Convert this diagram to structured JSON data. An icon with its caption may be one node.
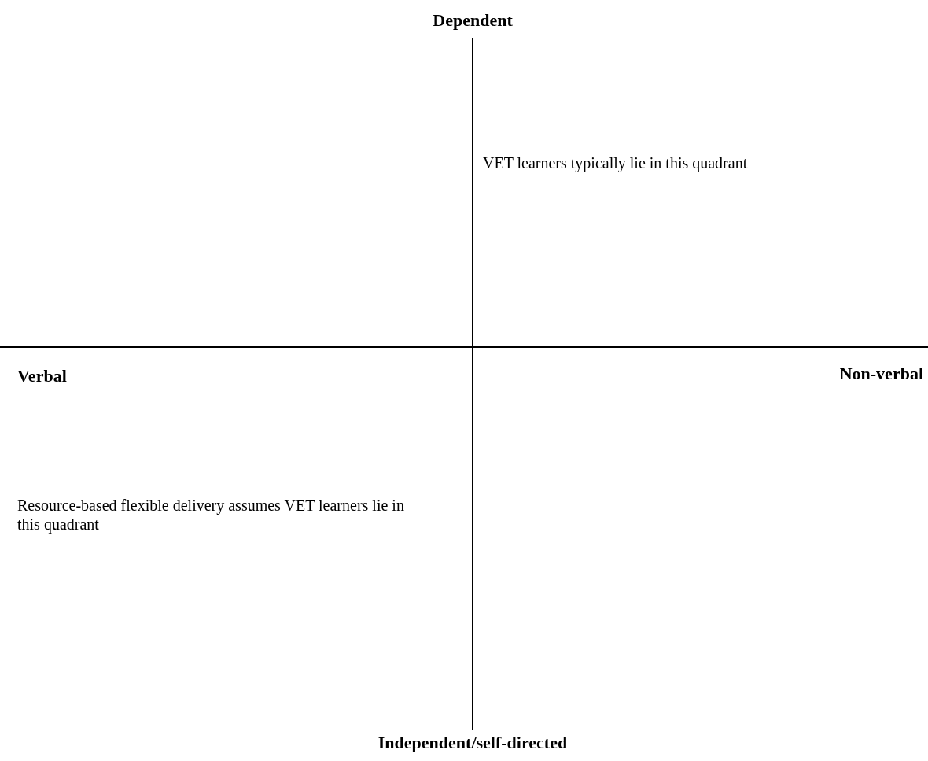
{
  "diagram": {
    "labels": [
      "Dependent",
      "VET learners typically lie in this quadrant",
      "Verbal",
      "Non-verbal",
      "Resource-based flexible delivery assumes VET learners lie in this quadrant",
      "Independent/self-directed"
    ]
  }
}
